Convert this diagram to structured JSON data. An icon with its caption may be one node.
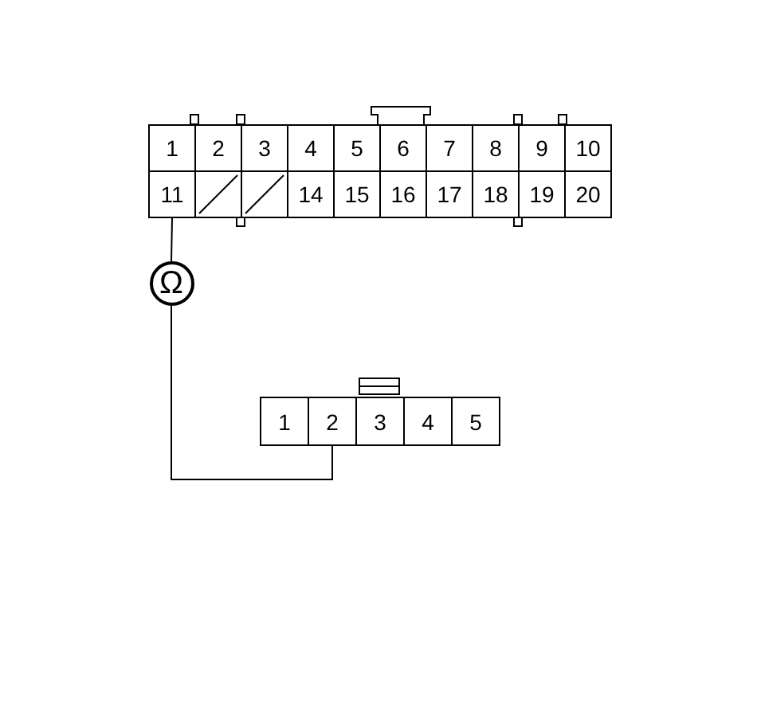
{
  "diagram": {
    "nodes": [
      {
        "text": [
          "1"
        ]
      },
      {
        "text": [
          "2"
        ]
      },
      {
        "text": [
          "3"
        ]
      },
      {
        "text": [
          "4"
        ]
      },
      {
        "text": [
          "5"
        ]
      },
      {
        "text": [
          "6"
        ]
      },
      {
        "text": [
          "7"
        ]
      },
      {
        "text": [
          "8"
        ]
      },
      {
        "text": [
          "9"
        ]
      },
      {
        "text": [
          "10"
        ]
      },
      {
        "text": [
          "11"
        ]
      },
      {
        "text": [],
        "shape": "box"
      },
      {
        "text": [],
        "shape": "box"
      },
      {
        "text": [
          "14"
        ]
      },
      {
        "text": [
          "15"
        ]
      },
      {
        "text": [
          "16"
        ]
      },
      {
        "text": [
          "17"
        ]
      },
      {
        "text": [
          "18"
        ]
      },
      {
        "text": [
          "19"
        ]
      },
      {
        "text": [
          "20"
        ]
      },
      {
        "text": [
          "Ω"
        ]
      },
      {
        "text": [
          "1"
        ]
      },
      {
        "text": [
          "2"
        ]
      },
      {
        "text": [
          "3"
        ]
      },
      {
        "text": [
          "4"
        ]
      },
      {
        "text": [
          "5"
        ]
      }
    ],
    "edges": [
      {
        "from": 10,
        "to": 20,
        "arrow": "none"
      },
      {
        "from": 20,
        "to": 22,
        "arrow": "none"
      }
    ]
  }
}
